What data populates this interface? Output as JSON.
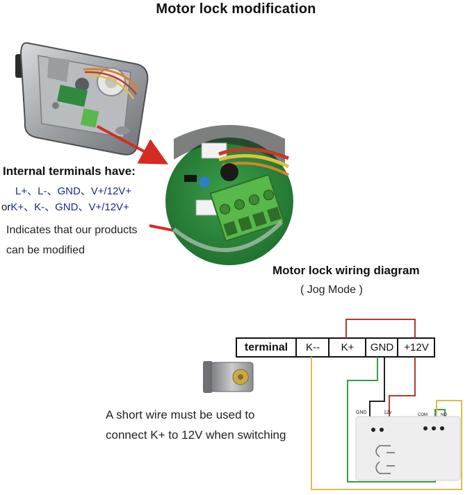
{
  "title": "Motor lock modification",
  "internal_terminals": {
    "heading": "Internal terminals have",
    "heading_colon": ":",
    "line1": "L+、L-、GND、V+/12V+",
    "line2_prefix": "or",
    "line2": "K+、K-、GND、V+/12V+",
    "note_line1": "Indicates that our products",
    "note_line2": "can be modified"
  },
  "wiring": {
    "title": "Motor lock wiring diagram",
    "mode": "( Jog Mode )",
    "terminal_label": "terminal",
    "terminals": [
      "K--",
      "K+",
      "GND",
      "+12V"
    ],
    "module_labels": {
      "gnd": "GND",
      "v12": "12v",
      "com": "COM",
      "no": "NO"
    }
  },
  "short_wire_note": {
    "line1": "A short wire must be used to",
    "line2": "connect K+ to 12V when switching"
  },
  "colors": {
    "red_wire": "#b23a2c",
    "green_wire": "#3a9a4a",
    "yellow_wire": "#d6c04a",
    "black_wire": "#222222",
    "arrow": "#d62b20",
    "pcb_green": "#2f8a3e",
    "terminal_block": "#58b84a"
  }
}
